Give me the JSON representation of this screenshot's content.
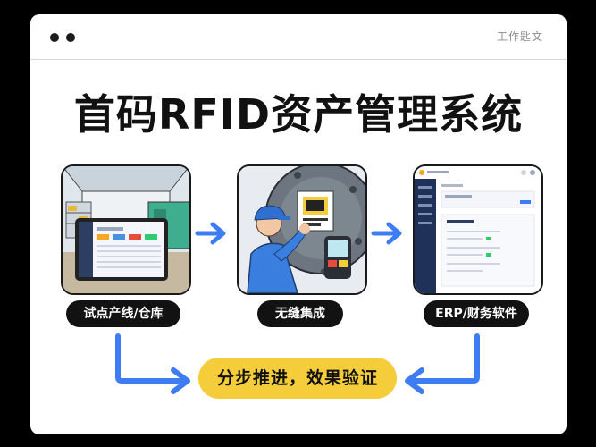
{
  "header": {
    "tag": "工作匙文"
  },
  "title": "首码RFID资产管理系统",
  "steps": [
    {
      "label": "试点产线/仓库",
      "scene": "factory-tablet"
    },
    {
      "label": "无缝集成",
      "scene": "worker-tagging-machine"
    },
    {
      "label": "ERP/财务软件",
      "scene": "dashboard-software"
    }
  ],
  "result_label": "分步推进，效果验证",
  "colors": {
    "accent_blue": "#3d7cf2",
    "result_yellow": "#f5cd3a",
    "pill_black": "#121212"
  }
}
